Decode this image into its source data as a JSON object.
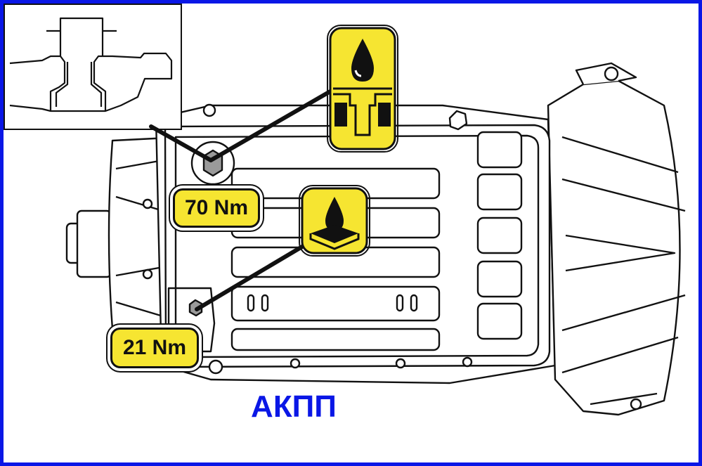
{
  "labels": {
    "torque_upper": "70 Nm",
    "torque_lower": "21 Nm",
    "caption": "АКПП"
  },
  "colors": {
    "frame_border": "#0a17e6",
    "caption_text": "#0a17e6",
    "label_fill": "#f6e531",
    "outline": "#111111"
  },
  "icons": {
    "fill_plug_icon": "oil-drop-over-plug-cross-section-icon",
    "drain_plug_icon": "oil-drop-over-pan-icon"
  }
}
